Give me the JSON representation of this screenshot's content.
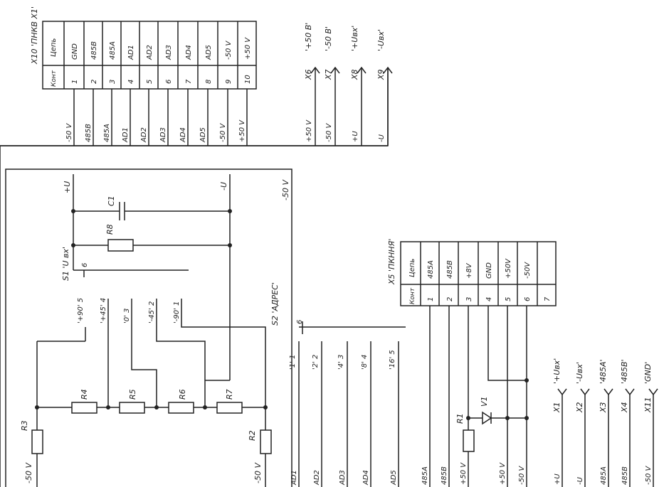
{
  "x10": {
    "title": "X10 'ПНКВ X1'",
    "header_kont": "Конт",
    "header_cep": "Цепь",
    "rows": [
      {
        "n": "1",
        "s": "GND"
      },
      {
        "n": "2",
        "s": "485B"
      },
      {
        "n": "3",
        "s": "485A"
      },
      {
        "n": "4",
        "s": "AD1"
      },
      {
        "n": "5",
        "s": "AD2"
      },
      {
        "n": "6",
        "s": "AD3"
      },
      {
        "n": "7",
        "s": "AD4"
      },
      {
        "n": "8",
        "s": "AD5"
      },
      {
        "n": "9",
        "s": "-50 V"
      },
      {
        "n": "10",
        "s": "+50 V"
      }
    ],
    "wire_labels": [
      "-50 V",
      "485B",
      "485A",
      "AD1",
      "AD2",
      "AD3",
      "AD4",
      "AD5",
      "-50 V",
      "+50 V"
    ]
  },
  "x5": {
    "title": "X5 'ПКННЯ'",
    "header_kont": "Конт",
    "header_cep": "Цепь",
    "rows": [
      {
        "n": "1",
        "s": "485A"
      },
      {
        "n": "2",
        "s": "485B"
      },
      {
        "n": "3",
        "s": "+8V"
      },
      {
        "n": "4",
        "s": "GND"
      },
      {
        "n": "5",
        "s": "+50V"
      },
      {
        "n": "6",
        "s": "-50V"
      },
      {
        "n": "7",
        "s": ""
      }
    ]
  },
  "top_connectors": [
    {
      "ref": "X6",
      "sig": "'+50 B'",
      "wire": "+50 V"
    },
    {
      "ref": "X7",
      "sig": "'-50 B'",
      "wire": "-50 V"
    },
    {
      "ref": "X8",
      "sig": "'+Uвх'",
      "wire": "+U"
    },
    {
      "ref": "X9",
      "sig": "'-Uвх'",
      "wire": "-U"
    }
  ],
  "bottom_connectors": [
    {
      "ref": "X1",
      "sig": "'+Uвх'",
      "wire": "+U"
    },
    {
      "ref": "X2",
      "sig": "'-Uвх'",
      "wire": "-U"
    },
    {
      "ref": "X3",
      "sig": "'485A'",
      "wire": "485A"
    },
    {
      "ref": "X4",
      "sig": "'485B'",
      "wire": "485B"
    },
    {
      "ref": "X11",
      "sig": "'GND'",
      "wire": "-50 V"
    }
  ],
  "components": {
    "c1": "C1",
    "r8": "R8",
    "r1": "R1",
    "r2": "R2",
    "r3": "R3",
    "r4": "R4",
    "r5": "R5",
    "r6": "R6",
    "r7": "R7",
    "v1": "V1"
  },
  "s1": {
    "label": "S1 'U вх'",
    "common": "6",
    "positions": [
      "'+90' 5",
      "'+45' 4",
      "'0' 3",
      "'-45' 2",
      "'-90' 1"
    ]
  },
  "s2": {
    "label": "S2 'АДРЕС'",
    "common": "6",
    "positions": [
      "'1' 1",
      "'2' 2",
      "'4' 3",
      "'8' 4",
      "'16' 5"
    ]
  },
  "rail_labels": {
    "plus_u": "+U",
    "minus_u": "-U",
    "minus_50": "-50 V"
  },
  "bottom_labels": {
    "r3_leg": "-50 V",
    "r2_leg": "-50 V",
    "ad": [
      "AD1",
      "AD2",
      "AD3",
      "AD4",
      "AD5"
    ],
    "x5_wires": [
      "485A",
      "485B",
      "+50 V",
      "+50 V",
      "-50 V"
    ]
  }
}
